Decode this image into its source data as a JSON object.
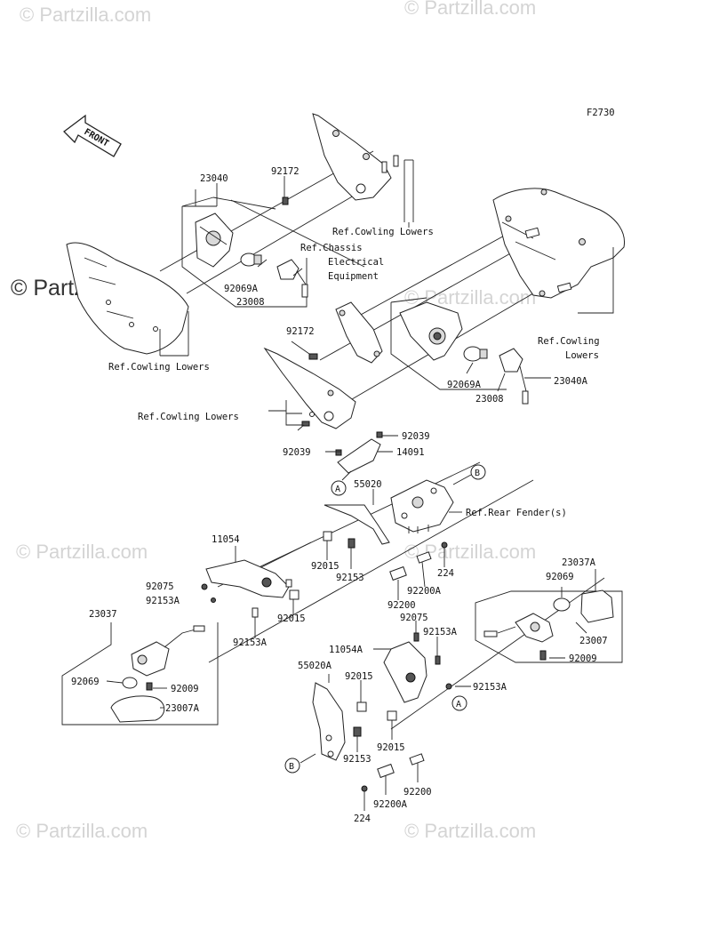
{
  "diagram_code": "F2730",
  "front_label": "FRONT",
  "watermarks": {
    "top_left": "© Partzilla.com",
    "top_right": "© Partzilla.com",
    "mid_left_bold": "© Partzilla.com",
    "mid_center": "© Partzilla.com",
    "left_middle": "© Partzilla.com",
    "right_middle": "© Partzilla.com",
    "bottom_left": "© Partzilla.com",
    "bottom_right": "© Partzilla.com"
  },
  "callouts": {
    "a1": "A",
    "b1": "B",
    "a2": "A",
    "b2": "B"
  },
  "labels": {
    "p23040": "23040",
    "p92172_top": "92172",
    "ref_cowl_top": "Ref.Cowling Lowers",
    "ref_chassis_1": "Ref.Chassis",
    "ref_chassis_2": "Electrical",
    "ref_chassis_3": "Equipment",
    "p92069A_left": "92069A",
    "p23008_left": "23008",
    "ref_cowl_left": "Ref.Cowling Lowers",
    "p92172_mid": "92172",
    "ref_cowl_right_1": "Ref.Cowling",
    "ref_cowl_right_2": "Lowers",
    "p92069A_right": "92069A",
    "p23008_right": "23008",
    "p23040A": "23040A",
    "ref_cowl_mid": "Ref.Cowling Lowers",
    "p92039_right": "92039",
    "p92039_left": "92039",
    "p14091": "14091",
    "p55020": "55020",
    "ref_rear_fender": "Ref.Rear Fender(s)",
    "p11054": "11054",
    "p23037A": "23037A",
    "p92075_left": "92075",
    "p92153A_left": "92153A",
    "p92015_a": "92015",
    "p92153_a": "92153",
    "p224_a": "224",
    "p92200A_a": "92200A",
    "p92200_a": "92200",
    "p92069_right": "92069",
    "p92015_b": "92015",
    "p92153A_b": "92153A",
    "p23037": "23037",
    "p92075_mid": "92075",
    "p92153A_mid": "92153A",
    "p11054A": "11054A",
    "p23007": "23007",
    "p92009_right": "92009",
    "p92069_left": "92069",
    "p92009_left": "92009",
    "p23007A": "23007A",
    "p55020A": "55020A",
    "p92015_c": "92015",
    "p92153A_c": "92153A",
    "p92015_d": "92015",
    "p92153_b": "92153",
    "p92200_b": "92200",
    "p92200A_b": "92200A",
    "p224_b": "224"
  }
}
